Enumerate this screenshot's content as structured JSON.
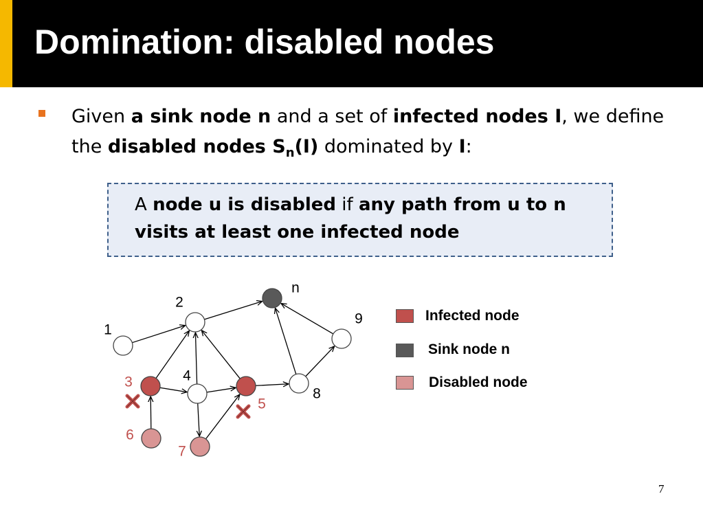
{
  "slide": {
    "title": "Domination: disabled nodes",
    "page_number": "7"
  },
  "bullet": {
    "t1": "Given ",
    "b1": "a sink node n",
    "t2": " and a set of ",
    "b2": "infected nodes I",
    "t3": ", we define the ",
    "b3": "disabled nodes S",
    "b3_sub": "n",
    "b3_tail": "(I)",
    "t4": " dominated by ",
    "b4": "I",
    "t5": ":"
  },
  "definition": {
    "t1": "A ",
    "b1": "node u is disabled",
    "t2": " if ",
    "b2": "any path from u to n visits at least one infected node"
  },
  "colors": {
    "infected_fill": "#c0504d",
    "sink_fill": "#595959",
    "disabled_fill": "#d99594",
    "normal_fill": "#ffffff",
    "infected_label": "#c0504d",
    "accent_bar": "#f5b800",
    "bullet_marker": "#e8731f",
    "box_fill": "#e8edf6",
    "box_border": "#3e5f8a"
  },
  "graph": {
    "nodes": [
      {
        "id": "1",
        "label": "1",
        "state": "normal"
      },
      {
        "id": "2",
        "label": "2",
        "state": "normal"
      },
      {
        "id": "n",
        "label": "n",
        "state": "sink"
      },
      {
        "id": "9",
        "label": "9",
        "state": "normal"
      },
      {
        "id": "3",
        "label": "3",
        "state": "infected"
      },
      {
        "id": "4",
        "label": "4",
        "state": "normal"
      },
      {
        "id": "5",
        "label": "5",
        "state": "infected"
      },
      {
        "id": "8",
        "label": "8",
        "state": "normal"
      },
      {
        "id": "6",
        "label": "6",
        "state": "disabled"
      },
      {
        "id": "7",
        "label": "7",
        "state": "disabled"
      }
    ],
    "edges": [
      [
        "1",
        "2"
      ],
      [
        "2",
        "n"
      ],
      [
        "9",
        "n"
      ],
      [
        "8",
        "n"
      ],
      [
        "8",
        "9"
      ],
      [
        "3",
        "2"
      ],
      [
        "3",
        "4"
      ],
      [
        "4",
        "2"
      ],
      [
        "5",
        "2"
      ],
      [
        "5",
        "8"
      ],
      [
        "4",
        "5"
      ],
      [
        "4",
        "7"
      ],
      [
        "7",
        "5"
      ],
      [
        "6",
        "3"
      ]
    ]
  },
  "legend": [
    {
      "label": "Infected node",
      "state": "infected"
    },
    {
      "label": "Sink node n",
      "state": "sink"
    },
    {
      "label": "Disabled node",
      "state": "disabled"
    }
  ]
}
